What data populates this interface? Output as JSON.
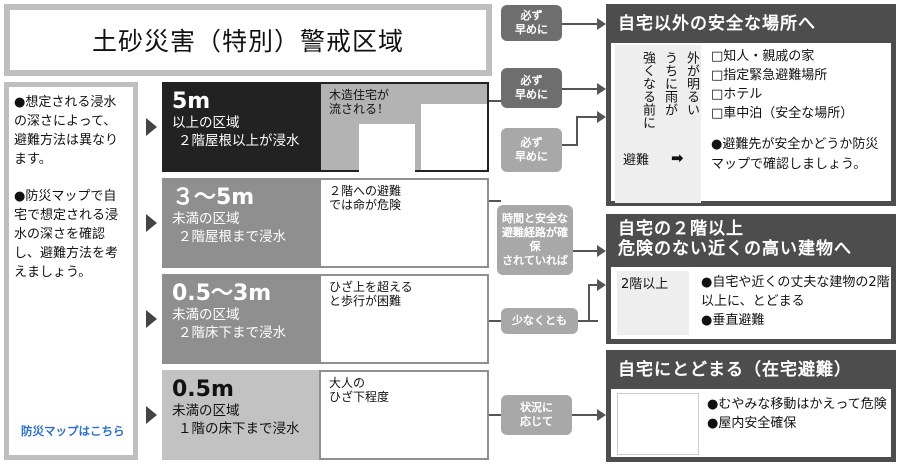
{
  "title": "土砂災害（特別）警戒区域",
  "intro": {
    "para1": "●想定される浸水の深さによって、避難方法は異なります。",
    "para2": "●防災マップで自宅で想定される浸水の深さを確認し、避難方法を考えましょう。",
    "link": "防災マップはこちら"
  },
  "depths": [
    {
      "big": "5m",
      "mid": "以上の区域",
      "sm": "２階屋根以上が浸水",
      "caption": "木造住宅が\n流される！"
    },
    {
      "big": "３～5m",
      "mid": "未満の区域",
      "sm": "２階屋根まで浸水",
      "caption": "２階への避難\nでは命が危険"
    },
    {
      "big": "0.5～3m",
      "mid": "未満の区域",
      "sm": "２階床下まで浸水",
      "caption": "ひざ上を超える\nと歩行が困難"
    },
    {
      "big": "0.5m",
      "mid": "未満の区域",
      "sm": "１階の床下まで浸水",
      "caption": "大人の\nひざ下程度"
    }
  ],
  "pills": {
    "early1": "必ず\n早めに",
    "early2": "必ず\n早めに",
    "early3": "必ず\n早めに",
    "time_route": "時間と安全な\n避難経路が確保\nされていれば",
    "at_least": "少なくとも",
    "depending": "状況に\n応じて"
  },
  "panel1": {
    "head": "自宅以外の安全な場所へ",
    "vert1": "外が明るい",
    "vert2": "うちに雨が",
    "vert3": "強くなる前に",
    "evac_label": "避難",
    "items": [
      "□知人・親戚の家",
      "□指定緊急避難場所",
      "□ホテル",
      "□車中泊（安全な場所）"
    ],
    "note": "●避難先が安全かどうか防災マップで確認しましょう。"
  },
  "panel2": {
    "head": "自宅の２階以上\n危険のない近くの高い建物へ",
    "label": "2階以上",
    "items": [
      "●自宅や近くの丈夫な建物の2階以上に、とどまる",
      "●垂直避難"
    ]
  },
  "panel3": {
    "head": "自宅にとどまる（在宅避難）",
    "items": [
      "●むやみな移動はかえって危険",
      "●屋内安全確保"
    ]
  }
}
